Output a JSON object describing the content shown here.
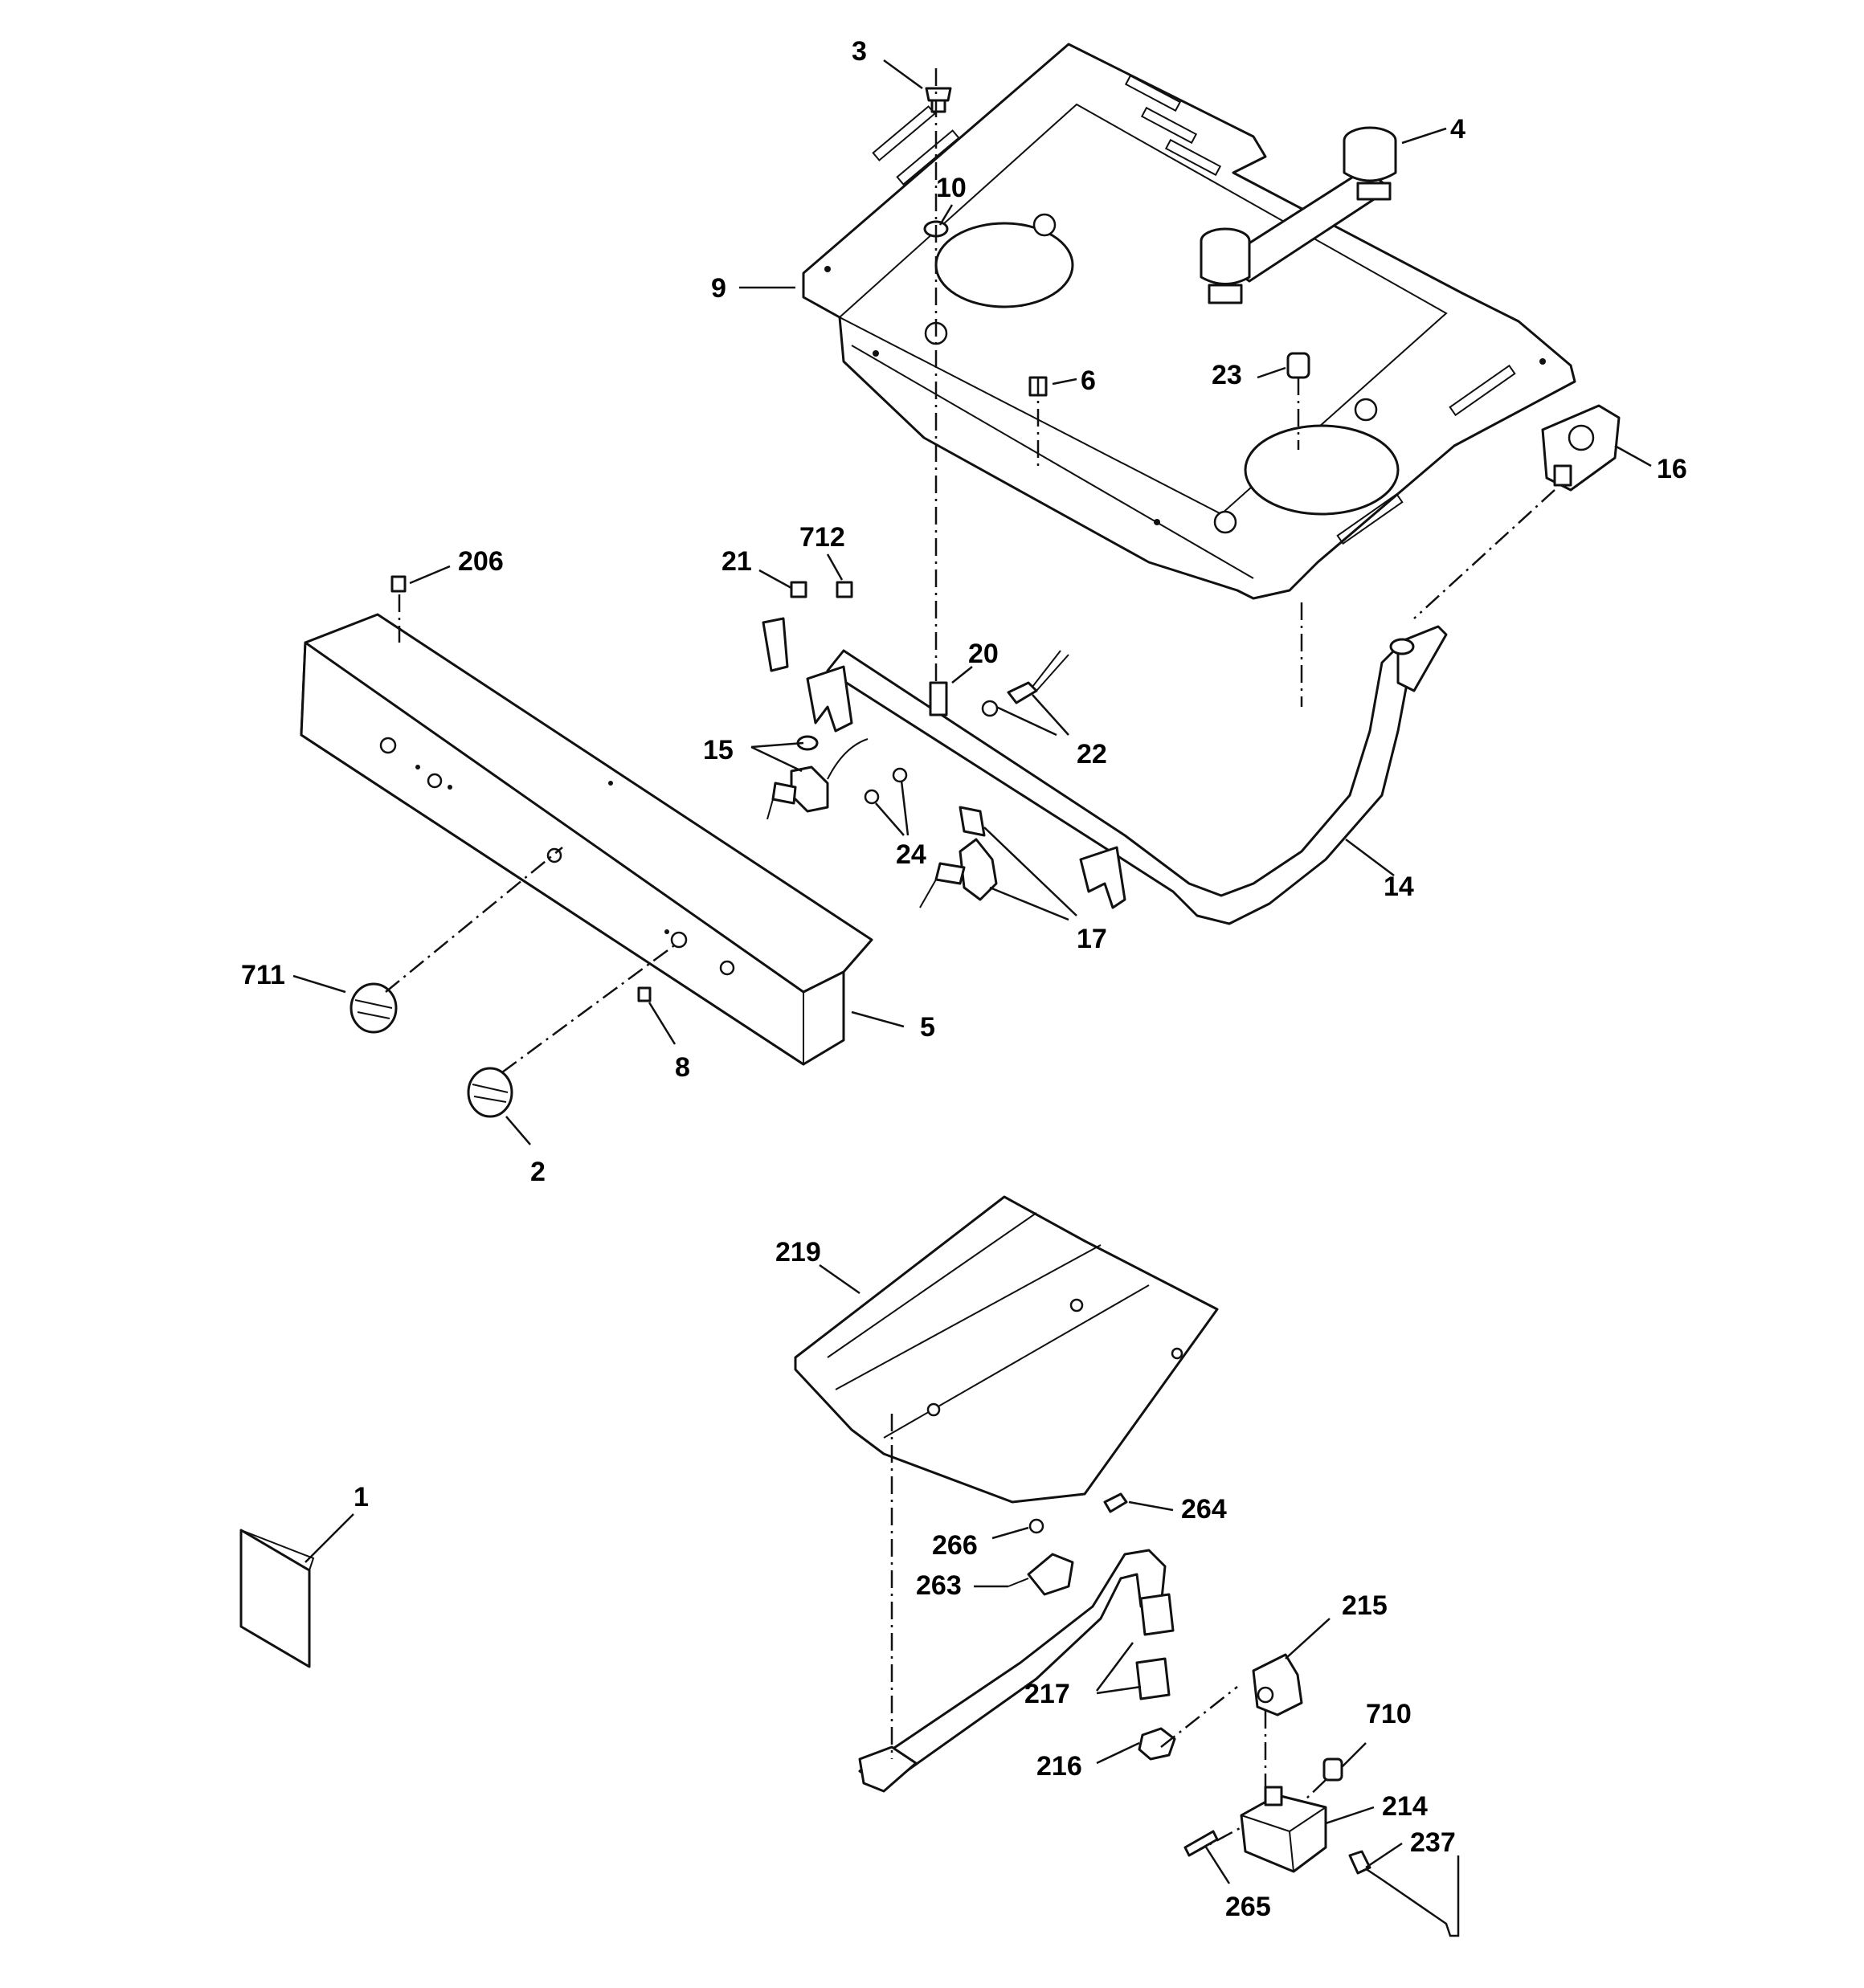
{
  "labels": {
    "l1": "1",
    "l2": "2",
    "l3": "3",
    "l4": "4",
    "l5": "5",
    "l6": "6",
    "l8": "8",
    "l9": "9",
    "l10": "10",
    "l14": "14",
    "l15": "15",
    "l16": "16",
    "l17": "17",
    "l20": "20",
    "l21": "21",
    "l22": "22",
    "l23": "23",
    "l24": "24",
    "l206": "206",
    "l214": "214",
    "l215": "215",
    "l216": "216",
    "l217": "217",
    "l219": "219",
    "l237": "237",
    "l263": "263",
    "l264": "264",
    "l265": "265",
    "l266": "266",
    "l710": "710",
    "l711": "711",
    "l712": "712"
  }
}
